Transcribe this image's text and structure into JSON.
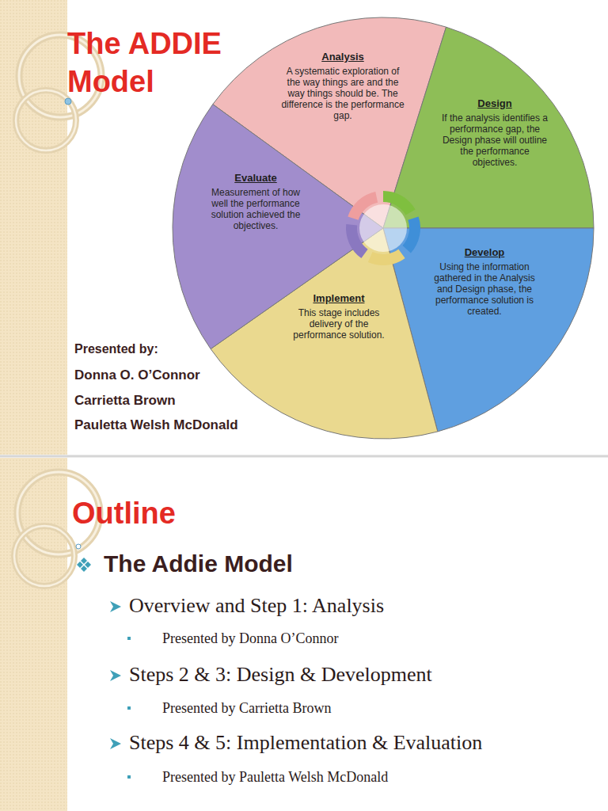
{
  "diagram": {
    "title": "The ADDIE Model",
    "nodes": [
      {
        "text": [
          "Analysis",
          "A systematic exploration of the way things are and the way things should be. The difference is the performance gap."
        ]
      },
      {
        "text": [
          "Design",
          "If the analysis identifies a performance gap, the Design phase will outline the performance objectives."
        ]
      },
      {
        "text": [
          "Develop",
          "Using the information gathered in the Analysis and Design phase, the performance solution is created."
        ]
      },
      {
        "text": [
          "Implement",
          "This stage includes delivery of the performance solution."
        ]
      },
      {
        "text": [
          "Evaluate",
          "Measurement of how well the performance solution achieved the objectives."
        ]
      }
    ],
    "labels": [
      "Presented by:",
      "Donna O. O’Connor",
      "Carrietta Brown",
      "Pauletta Welsh McDonald",
      "Outline",
      "The Addie Model",
      "Overview and Step 1: Analysis",
      "Presented by Donna O’Connor",
      "Steps 2 & 3: Design & Development",
      "Presented by Carrietta Brown",
      "Steps 4 & 5: Implementation & Evaluation",
      "Presented by Pauletta Welsh McDonald"
    ]
  }
}
